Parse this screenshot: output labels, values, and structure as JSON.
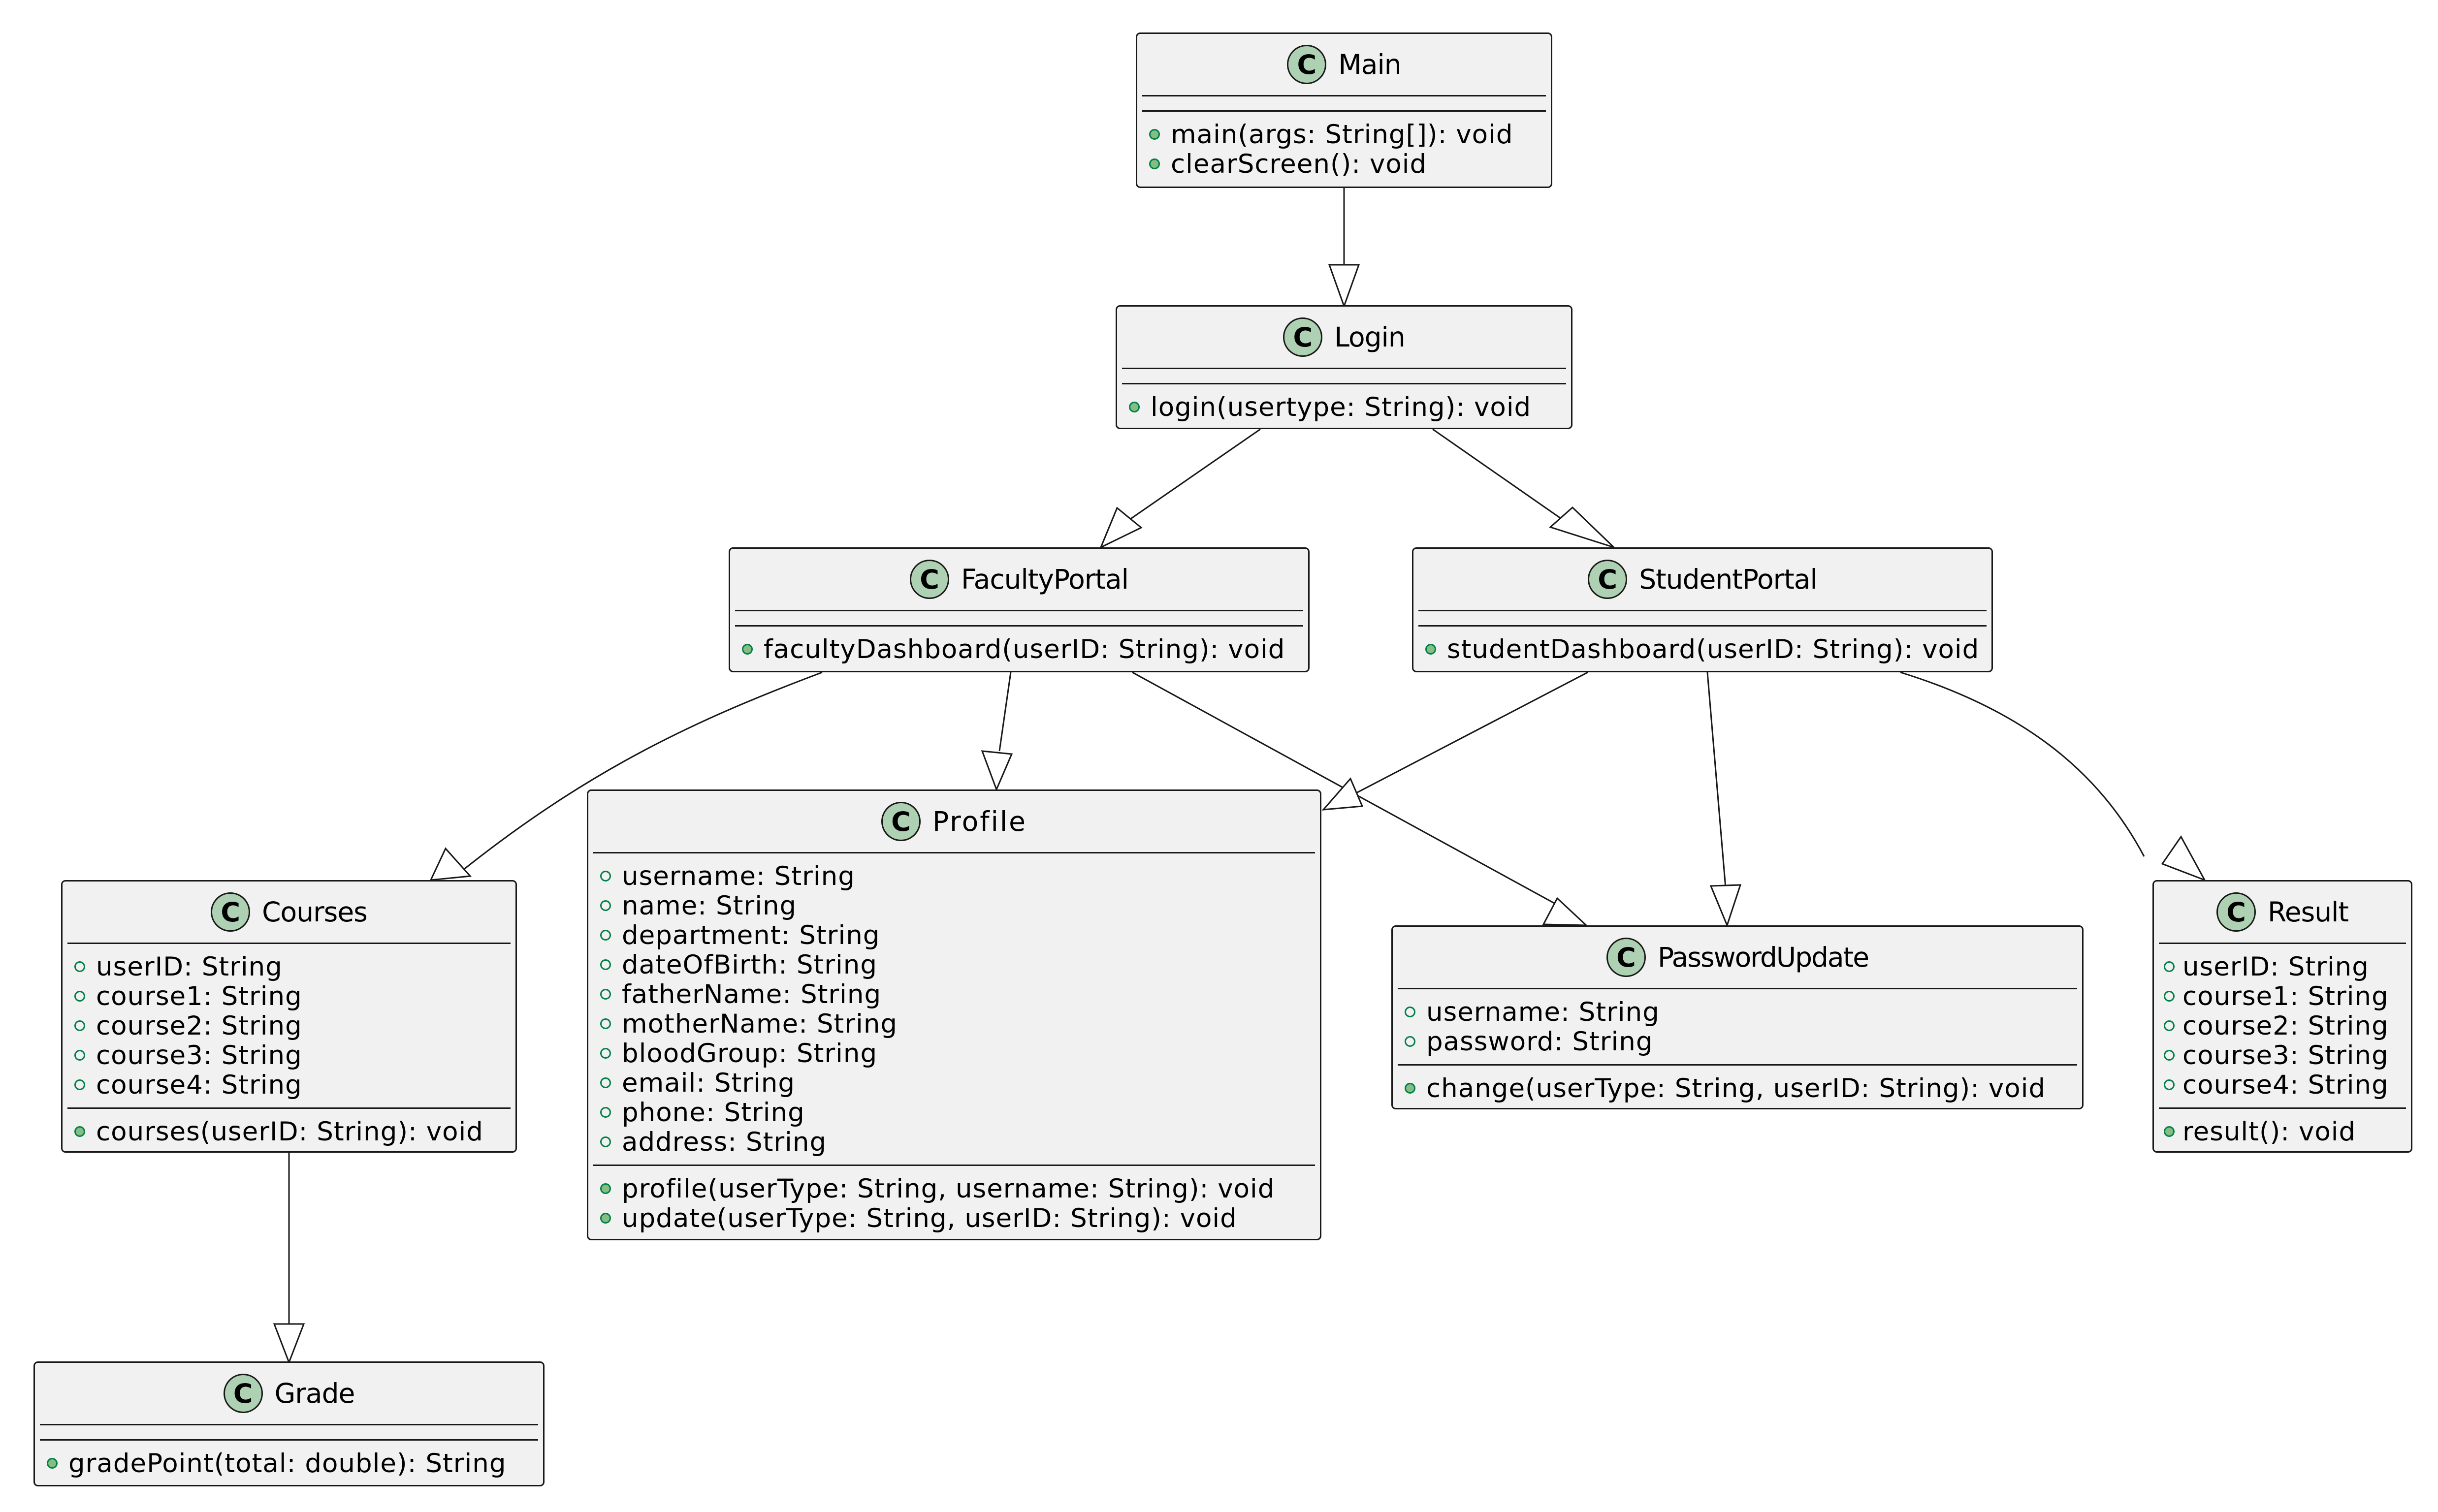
{
  "classes": {
    "main": {
      "badge": "C",
      "name": "Main",
      "fields": [],
      "methods": [
        "main(args: String[]): void",
        "clearScreen(): void"
      ]
    },
    "login": {
      "badge": "C",
      "name": "Login",
      "fields": [],
      "methods": [
        "login(usertype: String): void"
      ]
    },
    "faculty_portal": {
      "badge": "C",
      "name": "FacultyPortal",
      "fields": [],
      "methods": [
        "facultyDashboard(userID: String): void"
      ]
    },
    "student_portal": {
      "badge": "C",
      "name": "StudentPortal",
      "fields": [],
      "methods": [
        "studentDashboard(userID: String): void"
      ]
    },
    "profile": {
      "badge": "C",
      "name": "Profile",
      "fields": [
        "username: String",
        "name: String",
        "department: String",
        "dateOfBirth: String",
        "fatherName: String",
        "motherName: String",
        "bloodGroup: String",
        "email: String",
        "phone: String",
        "address: String"
      ],
      "methods": [
        "profile(userType: String, username: String): void",
        "update(userType: String, userID: String): void"
      ]
    },
    "courses": {
      "badge": "C",
      "name": "Courses",
      "fields": [
        "userID: String",
        "course1: String",
        "course2: String",
        "course3: String",
        "course4: String"
      ],
      "methods": [
        "courses(userID: String): void"
      ]
    },
    "password_update": {
      "badge": "C",
      "name": "PasswordUpdate",
      "fields": [
        "username: String",
        "password: String"
      ],
      "methods": [
        "change(userType: String, userID: String): void"
      ]
    },
    "result": {
      "badge": "C",
      "name": "Result",
      "fields": [
        "userID: String",
        "course1: String",
        "course2: String",
        "course3: String",
        "course4: String"
      ],
      "methods": [
        "result(): void"
      ]
    },
    "grade": {
      "badge": "C",
      "name": "Grade",
      "fields": [],
      "methods": [
        "gradePoint(total: double): String"
      ]
    }
  },
  "edges": [
    {
      "from": "main",
      "to": "login",
      "kind": "generalization"
    },
    {
      "from": "login",
      "to": "faculty_portal",
      "kind": "generalization"
    },
    {
      "from": "login",
      "to": "student_portal",
      "kind": "generalization"
    },
    {
      "from": "faculty_portal",
      "to": "courses",
      "kind": "generalization"
    },
    {
      "from": "faculty_portal",
      "to": "profile",
      "kind": "generalization"
    },
    {
      "from": "faculty_portal",
      "to": "password_update",
      "kind": "generalization"
    },
    {
      "from": "student_portal",
      "to": "profile",
      "kind": "generalization"
    },
    {
      "from": "student_portal",
      "to": "password_update",
      "kind": "generalization"
    },
    {
      "from": "student_portal",
      "to": "result",
      "kind": "generalization"
    },
    {
      "from": "courses",
      "to": "grade",
      "kind": "generalization"
    }
  ],
  "colors": {
    "box_fill": "#f1f1f1",
    "box_border": "#181818",
    "badge_fill": "#add1b2",
    "method_dot": "#84be84",
    "visibility_stroke": "#038048"
  }
}
